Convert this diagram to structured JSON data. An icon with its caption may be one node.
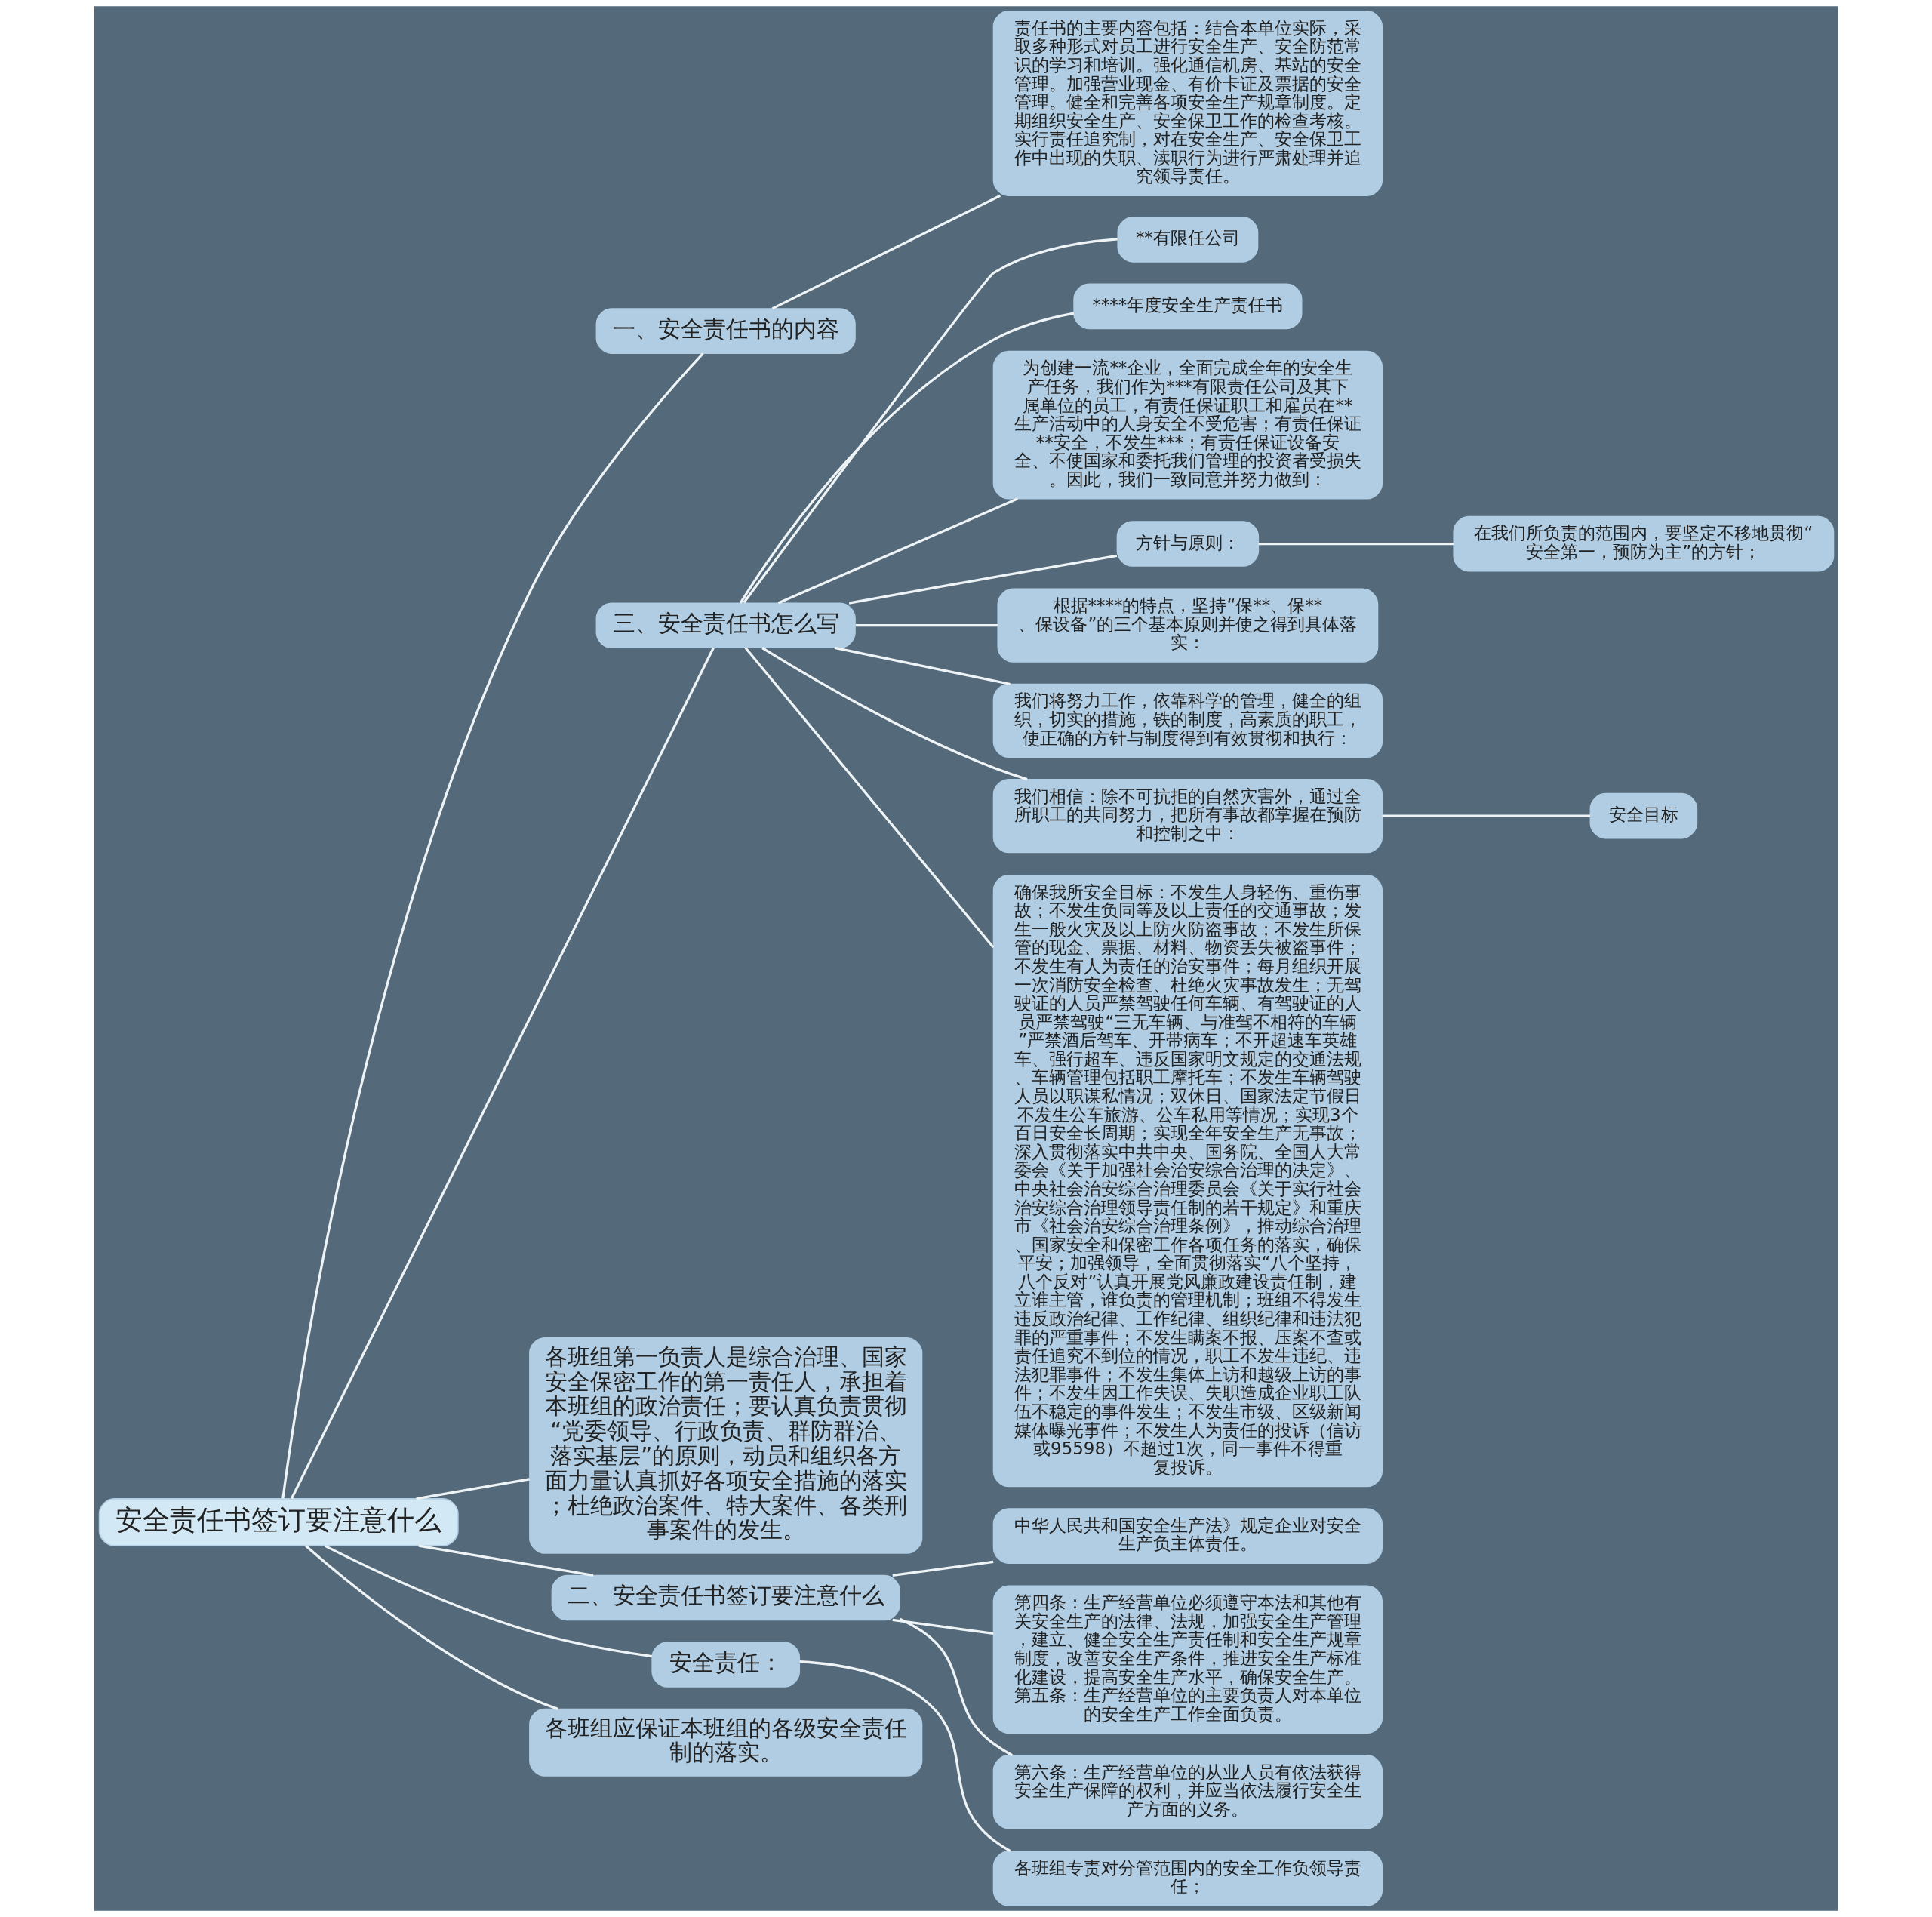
{
  "diagram": {
    "nodes": [
      {
        "text": [
          "安全责任书签订要注意什么"
        ]
      },
      {
        "text": [
          "一、安全责任书的内容"
        ]
      },
      {
        "text": [
          "责任书的主要内容包括：结合本单位实际，采取多种形式对员工进行安全生产、安全防范常识的学习和培训。强化通信机房、基站的安全管理。加强营业现金、有价卡证及票据的安全管理。健全和完善各项安全生产规章制度。定期组织安全生产、安全保卫工作的检查考核。实行责任追究制，对在安全生产、安全保卫工作中出现的失职、渎职行为进行严肃处理并追究领导责任。"
        ]
      },
      {
        "text": [
          "三、安全责任书怎么写"
        ]
      },
      {
        "text": [
          "**有限任公司"
        ]
      },
      {
        "text": [
          "****年度安全生产责任书"
        ]
      },
      {
        "text": [
          "为创建一流**企业，全面完成全年的安全生产任务，我们作为***有限责任公司及其下属单位的员工，有责任保证职工和雇员在**生产活动中的人身安全不受危害；有责任保证**安全，不发生***；有责任保证设备安全、不使国家和委托我们管理的投资者受损失。因此，我们一致同意并努力做到："
        ]
      },
      {
        "text": [
          "方针与原则："
        ]
      },
      {
        "text": [
          "在我们所负责的范围内，要坚定不移地贯彻“安全第一，预防为主”的方针；"
        ]
      },
      {
        "text": [
          "根据****的特点，坚持“保**、保**、保设备”的三个基本原则并使之得到具体落实："
        ]
      },
      {
        "text": [
          "我们将努力工作，依靠科学的管理，健全的组织，切实的措施，铁的制度，高素质的职工，使正确的方针与制度得到有效贯彻和执行："
        ]
      },
      {
        "text": [
          "我们相信：除不可抗拒的自然灾害外，通过全所职工的共同努力，把所有事故都掌握在预防和控制之中："
        ]
      },
      {
        "text": [
          "安全目标"
        ]
      },
      {
        "text": [
          "确保我所安全目标：不发生人身轻伤、重伤事故；不发生负同等及以上责任的交通事故；发生一般火灾及以上防火防盗事故；不发生所保管的现金、票据、材料、物资丢失被盗事件；不发生有人为责任的治安事件；每月组织开展一次消防安全检查、杜绝火灾事故发生；无驾驶证的人员严禁驾驶任何车辆、有驾驶证的人员严禁驾驶“三无车辆、与准驾不相符的车辆”严禁酒后驾车、开带病车；不开超速车英雄车、强行超车、违反国家明文规定的交通法规、车辆管理包括职工摩托车；不发生车辆驾驶人员以职谋私情况；双休日、国家法定节假日不发生公车旅游、公车私用等情况；实现3个百日安全长周期；实现全年安全生产无事故；深入贯彻落实中共中央、国务院、全国人大常委会《关于加强社会治安综合治理的决定》、中央社会治安综合治理委员会《关于实行社会治安综合治理领导责任制的若干规定》和重庆市《社会治安综合治理条例》，推动综合治理、国家安全和保密工作各项任务的落实，确保平安；加强领导，全面贯彻落实“八个坚持，八个反对”认真开展党风廉政建设责任制，建立谁主管，谁负责的管理机制；班组不得发生违反政治纪律、工作纪律、组织纪律和违法犯罪的严重事件；不发生瞒案不报、压案不查或责任追究不到位的情况，职工不发生违纪、违法犯罪事件；不发生集体上访和越级上访的事件；不发生因工作失误、失职造成企业职工队伍不稳定的事件发生；不发生市级、区级新闻媒体曝光事件；不发生人为责任的投诉（信访或95598）不超过1次，同一事件不得重复投诉。"
        ]
      },
      {
        "text": [
          "各班组第一负责人是综合治理、国家安全保密工作的第一责任人，承担着本班组的政治责任；要认真负责贯彻“党委领导、行政负责、群防群治、落实基层”的原则，动员和组织各方面力量认真抓好各项安全措施的落实；杜绝政治案件、特大案件、各类刑事案件的发生。"
        ]
      },
      {
        "text": [
          "二、安全责任书签订要注意什么"
        ]
      },
      {
        "text": [
          "中华人民共和国安全生产法》规定企业对安全生产负主体责任。"
        ]
      },
      {
        "text": [
          "第四条：生产经营单位必须遵守本法和其他有关安全生产的法律、法规，加强安全生产管理，建立、健全安全生产责任制和安全生产规章制度，改善安全生产条件，推进安全生产标准化建设，提高安全生产水平，确保安全生产。第五条：生产经营单位的主要负责人对本单位的安全生产工作全面负责。"
        ]
      },
      {
        "text": [
          "第六条：生产经营单位的从业人员有依法获得安全生产保障的权利，并应当依法履行安全生产方面的义务。"
        ]
      },
      {
        "text": [
          "安全责任："
        ]
      },
      {
        "text": [
          "各班组专责对分管范围内的安全工作负领导责任；"
        ]
      },
      {
        "text": [
          "各班组应保证本班组的各级安全责任制的落实。"
        ]
      }
    ],
    "edges": [
      {
        "from": 0,
        "to": 1,
        "arrow": "none"
      },
      {
        "from": 1,
        "to": 2,
        "arrow": "none"
      },
      {
        "from": 0,
        "to": 3,
        "arrow": "none"
      },
      {
        "from": 3,
        "to": 4,
        "arrow": "none"
      },
      {
        "from": 3,
        "to": 5,
        "arrow": "none"
      },
      {
        "from": 3,
        "to": 6,
        "arrow": "none"
      },
      {
        "from": 3,
        "to": 7,
        "arrow": "none"
      },
      {
        "from": 7,
        "to": 8,
        "arrow": "none"
      },
      {
        "from": 3,
        "to": 9,
        "arrow": "none"
      },
      {
        "from": 3,
        "to": 10,
        "arrow": "none"
      },
      {
        "from": 3,
        "to": 11,
        "arrow": "none"
      },
      {
        "from": 11,
        "to": 12,
        "arrow": "none"
      },
      {
        "from": 3,
        "to": 13,
        "arrow": "none"
      },
      {
        "from": 0,
        "to": 14,
        "arrow": "none"
      },
      {
        "from": 0,
        "to": 15,
        "arrow": "none"
      },
      {
        "from": 15,
        "to": 16,
        "arrow": "none"
      },
      {
        "from": 15,
        "to": 17,
        "arrow": "none"
      },
      {
        "from": 15,
        "to": 18,
        "arrow": "none"
      },
      {
        "from": 0,
        "to": 19,
        "arrow": "none"
      },
      {
        "from": 19,
        "to": 20,
        "arrow": "none"
      },
      {
        "from": 0,
        "to": 21,
        "arrow": "none"
      }
    ]
  }
}
